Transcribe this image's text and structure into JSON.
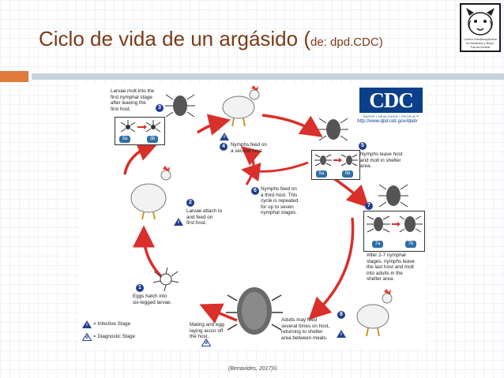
{
  "title": {
    "main": "Ciclo de vida de un argásido (",
    "source": "de: dpd.CDC",
    "close": ")"
  },
  "logo_text": "Centro Interdisciplinario en Medicina y Biopr. Fauna Animal",
  "cdc": {
    "logo": "CDC",
    "tagline": "SAFER • HEALTHIER • PEOPLE™",
    "url": "http://www.dpd.cdc.gov/dpdx"
  },
  "stages": {
    "s1": "Eggs hatch into\nsix-legged larvae.",
    "s2": "Larvae attach to\nand feed on\nfirst host.",
    "s3": "Larvae molt into the\nfirst nymphal stage\nafter leaving the\nfirst host.",
    "s4": "Nymphs feed on\na second host.",
    "s5": "Nymphs leave host\nand molt in shelter\narea.",
    "s6": "Nymphs feed on\na third host. This\ncycle is repeated\nfor up to seven\nnymphal stages.",
    "s7": "After 2-7 nymphal\nstages, nymphs leave\nthe last host and molt\ninto adults in the\nshelter area.",
    "s8": "Adults may feed\nseveral times on host,\nreturning to shelter\narea between meals.",
    "mating": "Mating and egg-\nlaying accur off\nthe host.."
  },
  "numbers": {
    "n1": "1",
    "n2": "2",
    "n3": "3",
    "n4": "4",
    "n5": "5",
    "n6": "6",
    "n7": "7",
    "n8": "8"
  },
  "chips": {
    "c3a": "3a",
    "c3b": "3b",
    "c5a": "5a",
    "c5b": "5b",
    "c7a": "7a",
    "c7b": "7b"
  },
  "legend": {
    "infective_symbol": "i",
    "infective": "= Infective Stage",
    "diagnostic_symbol": "d",
    "diagnostic": "= Diagnostic Stage"
  },
  "credit": "(Benavides, 2017)©",
  "colors": {
    "title": "#7a3b16",
    "accent": "#e07b3c",
    "band": "#c8d2dc",
    "arrow": "#d9302b",
    "icon": "#1f3f8f"
  }
}
